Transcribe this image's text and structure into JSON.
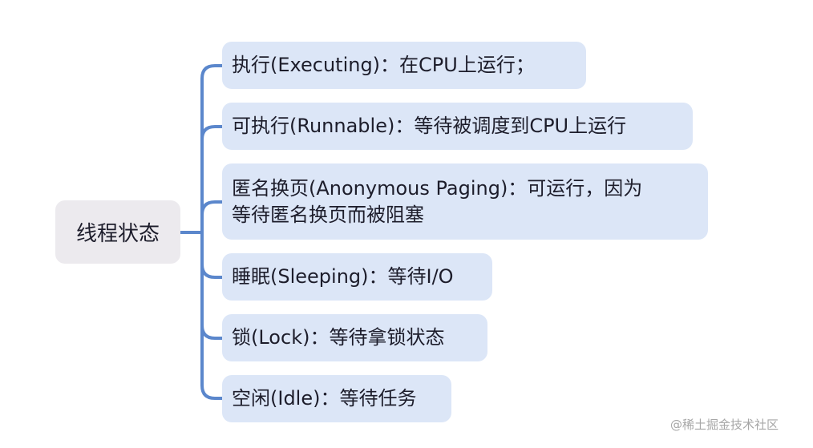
{
  "root": {
    "label": "线程状态"
  },
  "colors": {
    "connector": "#5b87cc",
    "root_bg": "#eceaee",
    "node_bg": "#dce6f7"
  },
  "nodes": [
    {
      "label": "执行(Executing)：在CPU上运行；"
    },
    {
      "label": "可执行(Runnable)：等待被调度到CPU上运行"
    },
    {
      "label_line1": "匿名换页(Anonymous Paging)：可运行，因为",
      "label_line2": "等待匿名换页而被阻塞"
    },
    {
      "label": "睡眠(Sleeping)：等待I/O"
    },
    {
      "label": "锁(Lock)：等待拿锁状态"
    },
    {
      "label": "空闲(Idle)：等待任务"
    }
  ],
  "watermark": "@稀土掘金技术社区"
}
